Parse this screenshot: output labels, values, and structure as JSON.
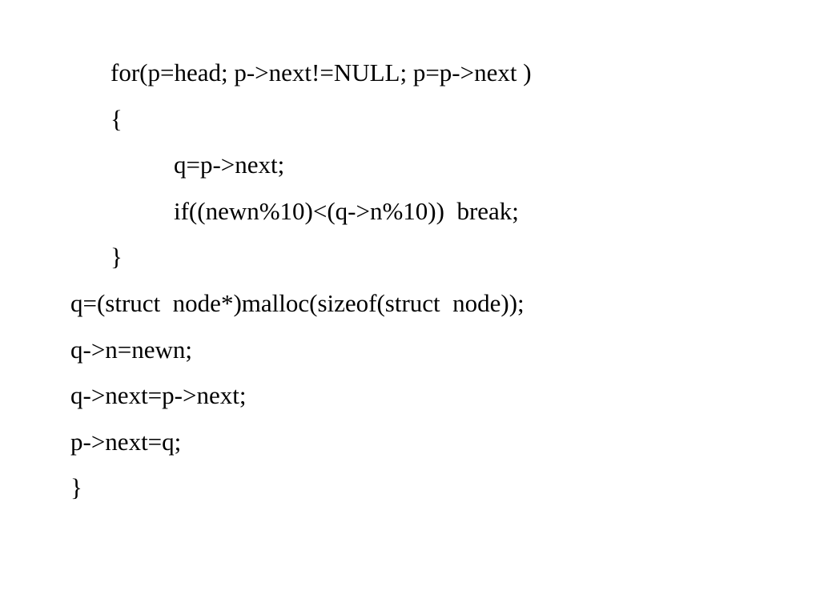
{
  "code": {
    "lines": [
      "for(p=head; p->next!=NULL; p=p->next )",
      "{",
      "q=p->next;",
      "if((newn%10)<(q->n%10))  break;",
      "}",
      "q=(struct  node*)malloc(sizeof(struct  node));",
      "q->n=newn;",
      "q->next=p->next;",
      "p->next=q;",
      "}"
    ]
  }
}
